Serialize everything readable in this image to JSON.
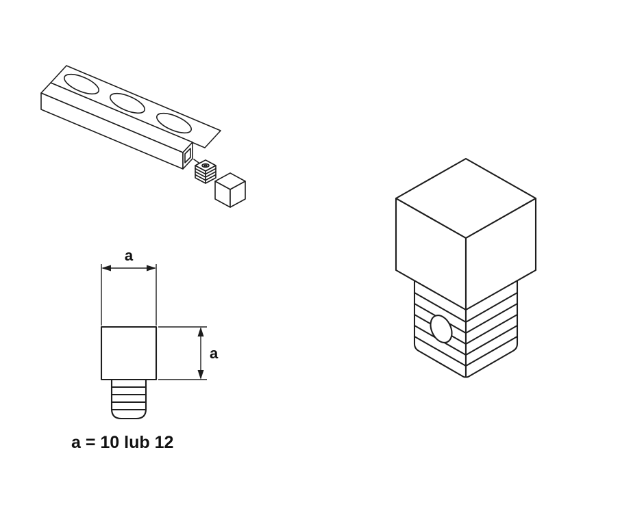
{
  "diagram": {
    "kind": "technical-drawing",
    "background": "#ffffff",
    "line_color": "#1d1d1d",
    "labels": {
      "dim_width": "a",
      "dim_height": "a",
      "formula": "a = 10 lub 12"
    },
    "views": [
      {
        "name": "profile-with-end-cap-assembly",
        "position": "top-left"
      },
      {
        "name": "end-cap-dimension-view",
        "position": "bottom-left"
      },
      {
        "name": "end-cap-isometric-view",
        "position": "right"
      }
    ]
  }
}
